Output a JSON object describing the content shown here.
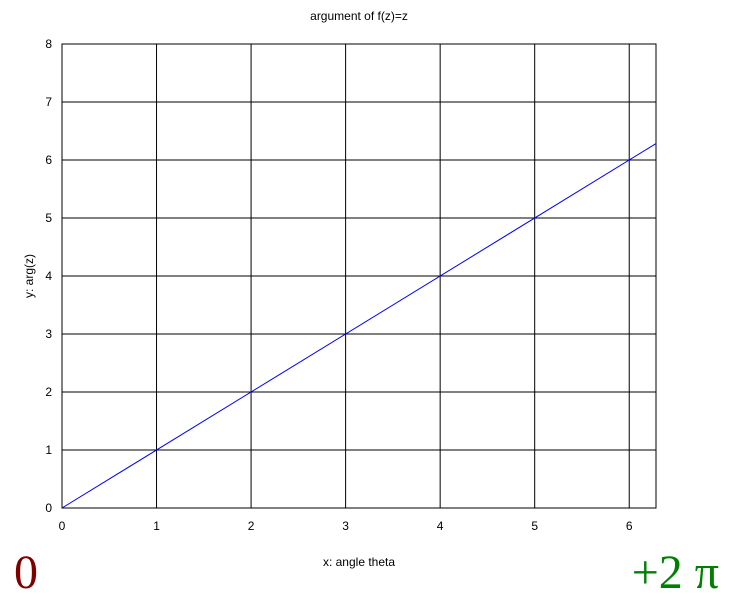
{
  "colors": {
    "line": "#0000ff",
    "grid": "#000000",
    "start_label": "#800000",
    "end_label": "#008000"
  },
  "chart_data": {
    "type": "line",
    "title": "argument of f(z)=z",
    "xlabel": "x: angle theta",
    "ylabel": "y: arg(z)",
    "xlim": [
      0,
      6.2832
    ],
    "ylim": [
      0,
      8
    ],
    "xticks": [
      "0",
      "1",
      "2",
      "3",
      "4",
      "5",
      "6"
    ],
    "yticks": [
      "0",
      "1",
      "2",
      "3",
      "4",
      "5",
      "6",
      "7",
      "8"
    ],
    "grid": true,
    "series": [
      {
        "x": [
          0,
          6.2832
        ],
        "y": [
          0,
          6.2832
        ]
      }
    ]
  },
  "annotations": {
    "start": "0",
    "end": "+2 π"
  }
}
